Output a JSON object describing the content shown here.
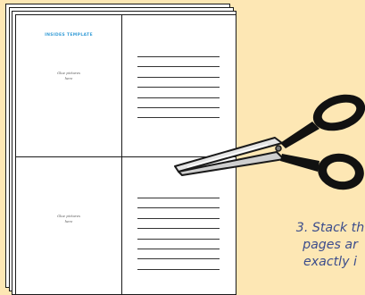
{
  "template": {
    "title": "INSIDES TEMPLATE",
    "top_placeholder": [
      "Glue pictures",
      "here"
    ],
    "bottom_placeholder": [
      "Glue pictures",
      "here"
    ]
  },
  "instruction": {
    "line1": "3. Stack th",
    "line2": "pages ar",
    "line3": "exactly i"
  },
  "icons": {
    "scissors": "scissors-icon"
  },
  "colors": {
    "background": "#fde7b4",
    "title_accent": "#3a9fd8",
    "caption": "#3c4d8c",
    "outline": "#1a1a1a"
  }
}
